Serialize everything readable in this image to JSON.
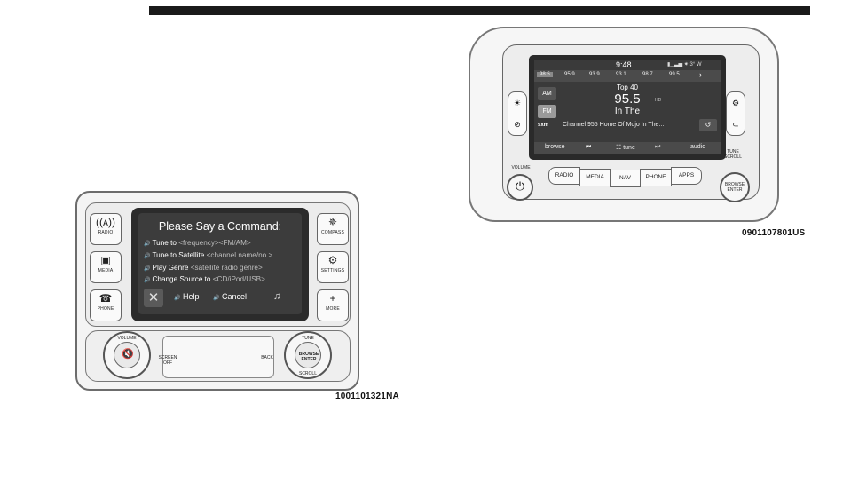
{
  "left_unit": {
    "side_buttons_left": [
      {
        "label": "RADIO",
        "icon": "radio-antenna-icon",
        "glyph": "((ᴀ))"
      },
      {
        "label": "MEDIA",
        "icon": "media-phone-icon",
        "glyph": "▣"
      },
      {
        "label": "PHONE",
        "icon": "phone-handset-icon",
        "glyph": "☎"
      }
    ],
    "side_buttons_right": [
      {
        "label": "COMPASS",
        "icon": "compass-icon",
        "glyph": "✵"
      },
      {
        "label": "SETTINGS",
        "icon": "settings-gear-icon",
        "glyph": "⚙"
      },
      {
        "label": "MORE",
        "icon": "plus-icon",
        "glyph": "+"
      }
    ],
    "screen": {
      "title": "Please Say a Command:",
      "commands": [
        {
          "verb": "Tune to",
          "arg": "<frequency><FM/AM>"
        },
        {
          "verb": "Tune to Satellite",
          "arg": "<channel name/no.>"
        },
        {
          "verb": "Play Genre",
          "arg": "<satellite radio genre>"
        },
        {
          "verb": "Change Source to",
          "arg": "<CD/iPod/USB>"
        }
      ],
      "help_label": "Help",
      "cancel_label": "Cancel"
    },
    "volume_label": "VOLUME",
    "screen_off_label": "SCREEN\nOFF",
    "back_label": "BACK",
    "tune_label": "TUNE",
    "browse_label": "BROWSE\nENTER",
    "scroll_label": "SCROLL",
    "caption": "1001101321NA"
  },
  "right_unit": {
    "clock": "9:48",
    "status": "▮▁▃▅  ✷  3°  W",
    "presets": [
      "98.5",
      "95.9",
      "93.9",
      "93.1",
      "98.7",
      "99.5"
    ],
    "selected_preset": "98.5",
    "band_am": "AM",
    "band_fm": "FM",
    "genre": "Top 40",
    "frequency": "95.5",
    "hd_label": "HD",
    "song": "In The",
    "sirius_label": "sxm",
    "channel": "Channel 955 Home Of Mojo In The...",
    "bottom_bar": [
      "browse",
      "⏮",
      "☷ tune",
      "⏭",
      "audio"
    ],
    "source_buttons": [
      "RADIO",
      "MEDIA",
      "NAV",
      "PHONE",
      "APPS"
    ],
    "volume_label": "VOLUME",
    "tune_label": "TUNE\nSCROLL",
    "browse_label": "BROWSE\nENTER",
    "caption": "0901107801US"
  }
}
